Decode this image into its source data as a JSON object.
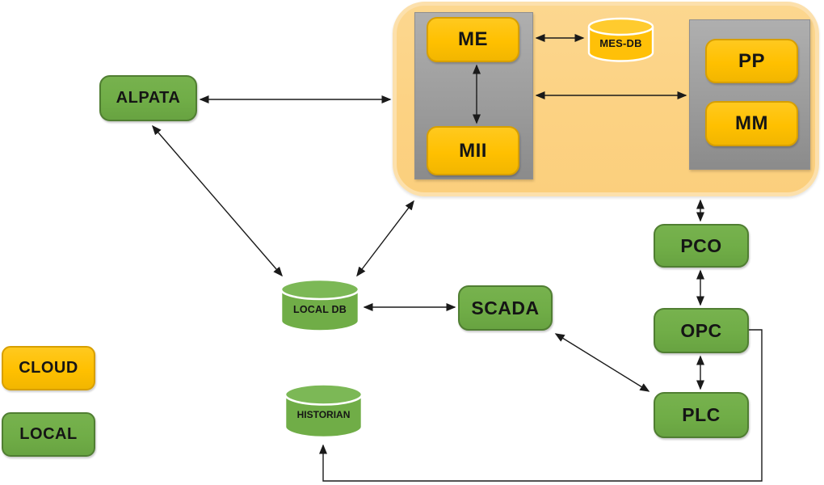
{
  "diagram_type": "system-architecture",
  "nodes": {
    "me": "ME",
    "mii": "MII",
    "mes_db": "MES-DB",
    "pp": "PP",
    "mm": "MM",
    "alpata": "ALPATA",
    "local_db": "LOCAL DB",
    "scada": "SCADA",
    "pco": "PCO",
    "opc": "OPC",
    "plc": "PLC",
    "historian": "HISTORIAN"
  },
  "legend": {
    "cloud": "CLOUD",
    "local": "LOCAL"
  },
  "colors": {
    "cloud_region_fill": "#FCD283",
    "cloud_region_rim": "#FCE0AC",
    "cloud_node_fill": "#FFC000",
    "cloud_node_border": "#D79F00",
    "local_node_fill": "#70AD47",
    "local_node_border": "#507E32",
    "panel_gray": "#9C9C9C",
    "connector": "#1A1A1A",
    "cylinder_outline": "#FFFFFF"
  },
  "edges": [
    {
      "from": "alpata",
      "to": "cloud-region",
      "direction": "bidirectional"
    },
    {
      "from": "alpata",
      "to": "local_db",
      "direction": "bidirectional"
    },
    {
      "from": "cloud-region",
      "to": "local_db",
      "direction": "bidirectional"
    },
    {
      "from": "me",
      "to": "mii",
      "direction": "bidirectional"
    },
    {
      "from": "me",
      "to": "mes_db",
      "direction": "bidirectional"
    },
    {
      "from": "mes-panel",
      "to": "erp-panel",
      "direction": "bidirectional"
    },
    {
      "from": "cloud-region",
      "to": "pco",
      "direction": "bidirectional"
    },
    {
      "from": "pco",
      "to": "opc",
      "direction": "bidirectional"
    },
    {
      "from": "opc",
      "to": "plc",
      "direction": "bidirectional"
    },
    {
      "from": "local_db",
      "to": "scada",
      "direction": "bidirectional"
    },
    {
      "from": "scada",
      "to": "plc",
      "direction": "bidirectional"
    },
    {
      "from": "opc",
      "to": "historian",
      "direction": "single"
    }
  ]
}
